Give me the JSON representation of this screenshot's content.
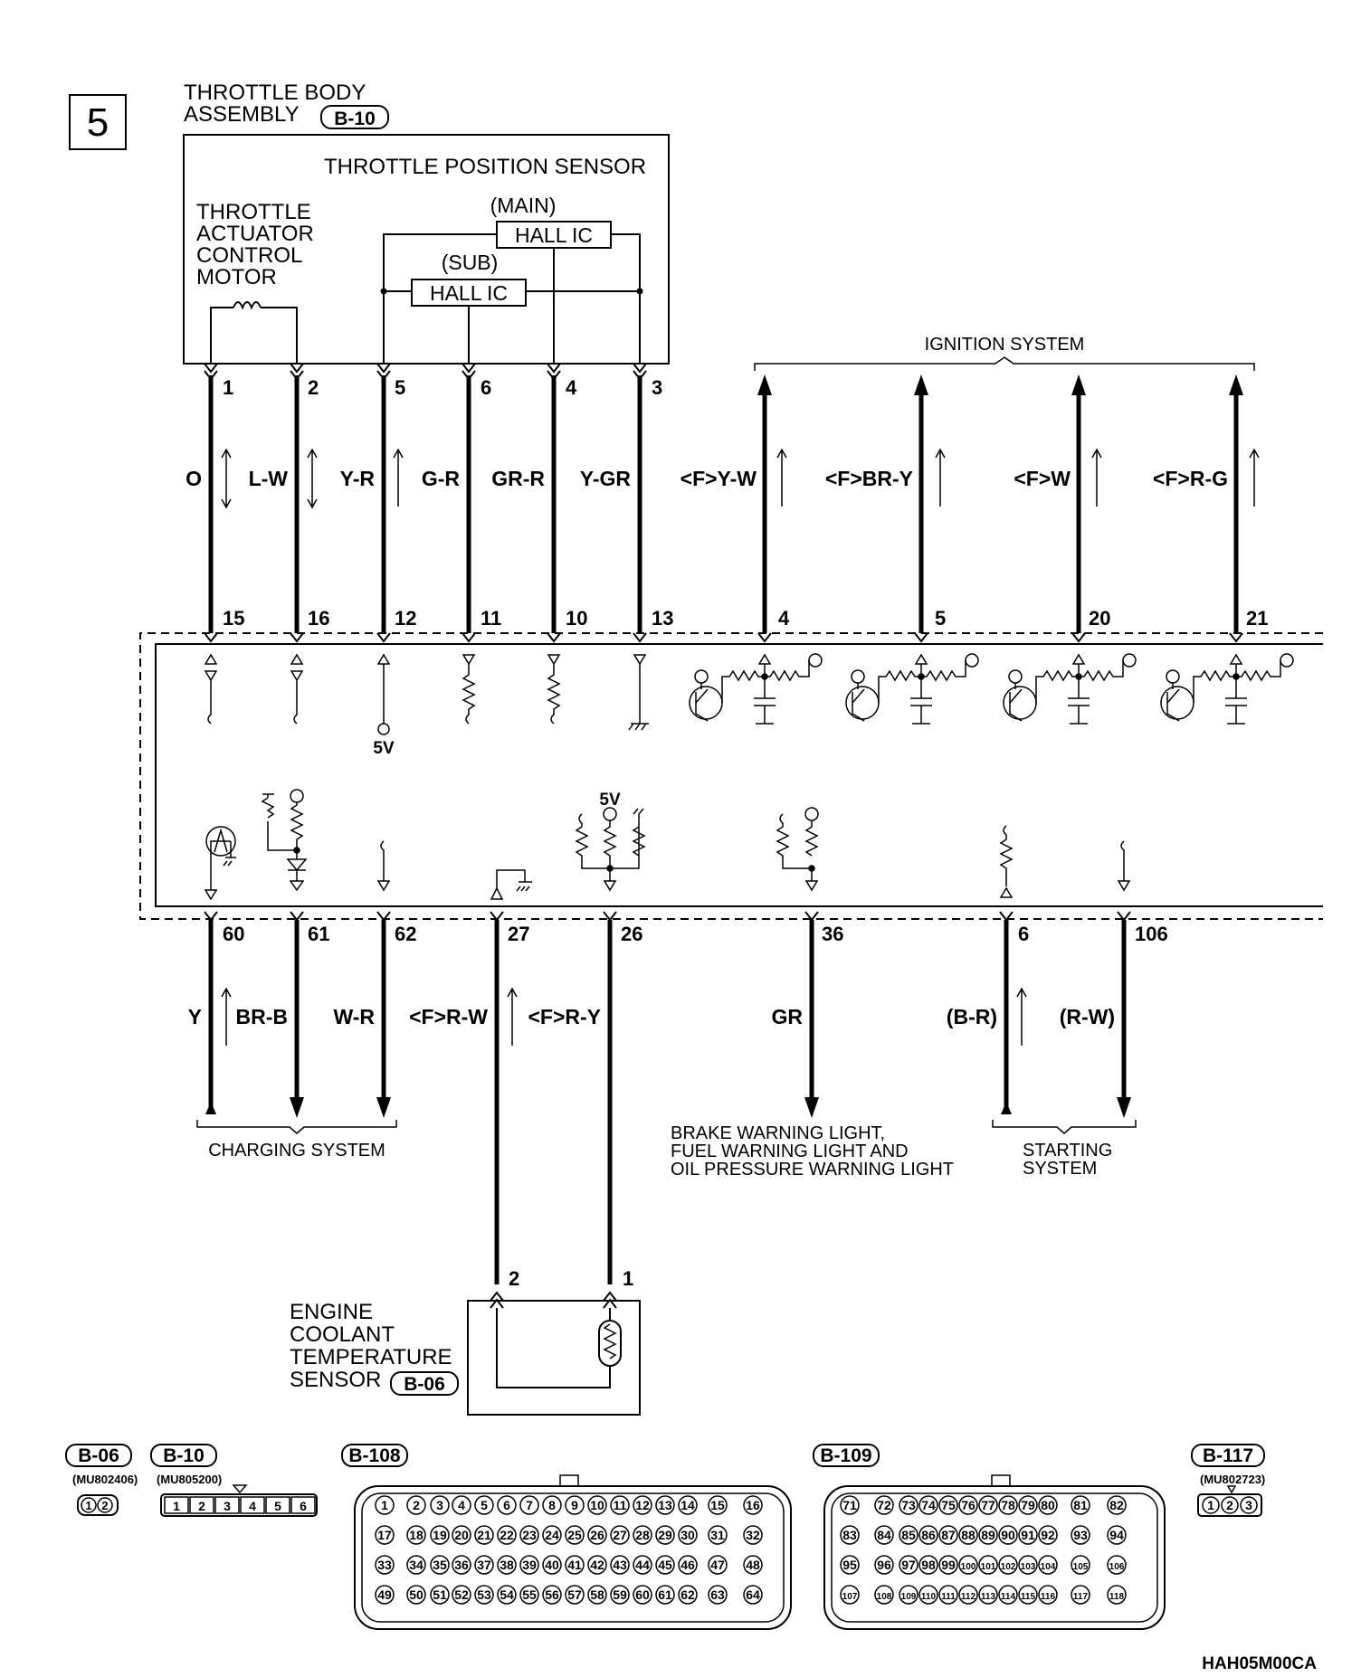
{
  "section": "5",
  "throttle": {
    "title_line1": "THROTTLE BODY",
    "title_line2": "ASSEMBLY",
    "connector": "B-10",
    "tps_label": "THROTTLE POSITION SENSOR",
    "motor_lines": [
      "THROTTLE",
      "ACTUATOR",
      "CONTROL",
      "MOTOR"
    ],
    "main_label": "(MAIN)",
    "sub_label": "(SUB)",
    "hall_ic": "HALL IC"
  },
  "ignition_system": "IGNITION SYSTEM",
  "top_wires": [
    {
      "pin": "1",
      "ecu_pin": "15",
      "color": "O"
    },
    {
      "pin": "2",
      "ecu_pin": "16",
      "color": "L-W"
    },
    {
      "pin": "5",
      "ecu_pin": "12",
      "color": "Y-R"
    },
    {
      "pin": "6",
      "ecu_pin": "11",
      "color": "G-R"
    },
    {
      "pin": "4",
      "ecu_pin": "10",
      "color": "GR-R"
    },
    {
      "pin": "3",
      "ecu_pin": "13",
      "color": "Y-GR"
    },
    {
      "ecu_pin": "4",
      "color": "<F>Y-W"
    },
    {
      "ecu_pin": "5",
      "color": "<F>BR-Y"
    },
    {
      "ecu_pin": "20",
      "color": "<F>W"
    },
    {
      "ecu_pin": "21",
      "color": "<F>R-G"
    }
  ],
  "voltage_5v": "5V",
  "bottom_wires": [
    {
      "ecu_pin": "60",
      "color": "Y"
    },
    {
      "ecu_pin": "61",
      "color": "BR-B"
    },
    {
      "ecu_pin": "62",
      "color": "W-R"
    },
    {
      "ecu_pin": "27",
      "color": "<F>R-W"
    },
    {
      "ecu_pin": "26",
      "color": "<F>R-Y"
    },
    {
      "ecu_pin": "36",
      "color": "GR"
    },
    {
      "ecu_pin": "6",
      "color": "(B-R)"
    },
    {
      "ecu_pin": "106",
      "color": "(R-W)"
    }
  ],
  "charging_system": "CHARGING SYSTEM",
  "warning_lines": [
    "BRAKE WARNING LIGHT,",
    "FUEL WARNING LIGHT AND",
    "OIL PRESSURE WARNING LIGHT"
  ],
  "starting_lines": [
    "STARTING",
    "SYSTEM"
  ],
  "ect": {
    "lines": [
      "ENGINE",
      "COOLANT",
      "TEMPERATURE",
      "SENSOR"
    ],
    "connector": "B-06",
    "pin2": "2",
    "pin1": "1"
  },
  "connectors": {
    "b06": {
      "name": "B-06",
      "part": "(MU802406)",
      "pins": [
        "1",
        "2"
      ]
    },
    "b10": {
      "name": "B-10",
      "part": "(MU805200)",
      "pins": [
        "1",
        "2",
        "3",
        "4",
        "5",
        "6"
      ]
    },
    "b108": {
      "name": "B-108"
    },
    "b109": {
      "name": "B-109"
    },
    "b117": {
      "name": "B-117",
      "part": "(MU802723)",
      "pins": [
        "1",
        "2",
        "3"
      ]
    }
  },
  "figure_code": "HAH05M00CA"
}
